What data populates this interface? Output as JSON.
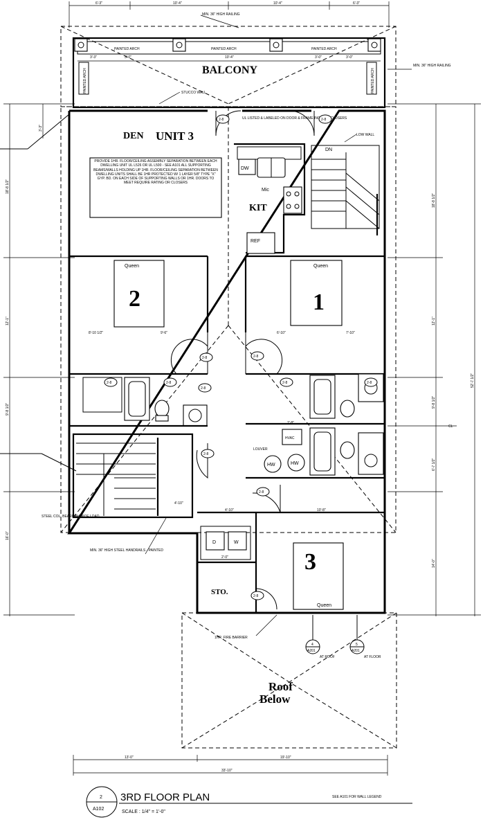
{
  "balcony": {
    "label": "BALCONY",
    "railing_note": "MIN. 36\" HIGH RAILING",
    "railing_note_right": "MIN. 36\" HIGH RAILING",
    "painted_arch_labels": [
      "PAINTED ARCH",
      "PAINTED ARCH",
      "PAINTED ARCH"
    ],
    "painted_arch_side_labels": [
      "PAINTED ARCH",
      "PAINTED ARCH"
    ],
    "stucco_wall": "STUCCO WALL"
  },
  "rooms": {
    "den": "DEN",
    "unit": "UNIT 3",
    "kit": "KIT",
    "ref": "REF",
    "dw": "DW",
    "mic": "Mic",
    "bedroom_1": "1",
    "bedroom_2": "2",
    "bedroom_3": "3",
    "queen": "Queen",
    "hvac": "HVAC",
    "hw": "HW",
    "louver": "LOUVER",
    "sto": "STO.",
    "washer": "W",
    "dryer": "D",
    "dn": "DN",
    "low_wall": "LOW WALL",
    "ul_note": "UL LISTED & LABELED ON DOOR & FRAME INCLUDE CLOSERS"
  },
  "notes": {
    "floor_ceiling": "PROVIDE 1HR. FLOOR/CEILING ASSEMBLY SEPARATION BETWEEN EACH DWELLING UNIT UL L526 OR UL L500 - SEE A101 ALL SUPPORTING BEAMS/WALLS HOLDING UP 1HR. FLOOR/CEILING SEPARATION BETWEEN DWELLING UNITS SHALL BE 1HR PROTECTED W/ 1 LAYER 5/8\" TYPE \"X\" GYP. BD. ON EACH SIDE OF SUPPORTING WALLS OR 1HR. DOORS TO MEET REQUIRE RATING OR CLOSERS",
    "steel_col": "STEEL COL. BEARING ROOF LOAD",
    "handrails": "MIN. 36\" HIGH STEEL HANDRAILS - PAINTED",
    "fire_barrier": "1HR. FIRE BARRIER",
    "roof_below_1": "Roof",
    "roof_below_2": "Below",
    "wall_legend": "SEE A101 FOR WALL LEGEND",
    "cl": "CL"
  },
  "section_tags": [
    {
      "number": "4",
      "sheet": "A201",
      "note": "AT ROOF"
    },
    {
      "number": "5",
      "sheet": "A201",
      "note": "AT FLOOR"
    }
  ],
  "door_tags": [
    "2-8",
    "2-8",
    "2-8",
    "2-8",
    "2-8",
    "2-8",
    "2-8",
    "2-8",
    "2-8",
    "2-8",
    "2-8",
    "2-8"
  ],
  "dimensions": {
    "top": [
      "6'-3\"",
      "10'-4\"",
      "10'-4\"",
      "6'-3\""
    ],
    "balcony_row": [
      "3'-3\"",
      "3'-0\"",
      "10'-4\"",
      "3'-0\"",
      "3'-0\""
    ],
    "bottom": [
      "13'-0\"",
      "19'-10\""
    ],
    "overall_bottom": "33'-10\"",
    "right_overall": "52'-7 1/2\"",
    "left": [
      "3'-3\"",
      "18'-8 1/2\"",
      "12'-1\"",
      "9'-8 1/2\"",
      "16'-0\""
    ],
    "right": [
      "18'-8 1/2\"",
      "12'-1\"",
      "9'-8 1/2\"",
      "6'-7 1/2\"",
      "14'-0\""
    ],
    "interior": [
      "8'-10 1/2\"",
      "9'-6\"",
      "6'-10\"",
      "7'-10\"",
      "4'-10\"",
      "10'-8\"",
      "7'-8\"",
      "2'-0\"",
      "4'-10\""
    ]
  },
  "title_block": {
    "number": "2",
    "sheet": "A102",
    "title": "3RD FLOOR PLAN",
    "scale": "SCALE : 1/4\" = 1'-0\""
  }
}
